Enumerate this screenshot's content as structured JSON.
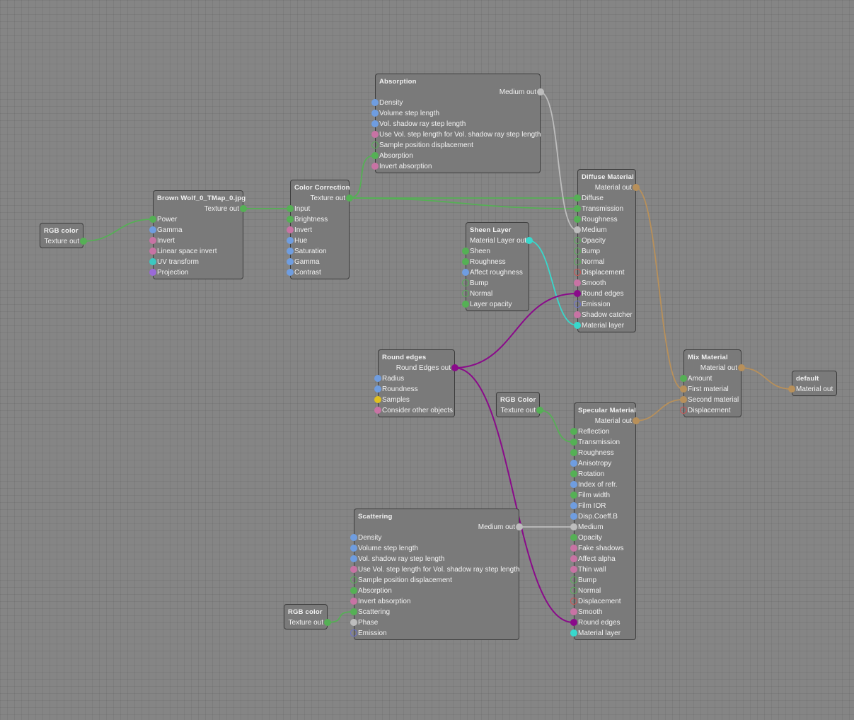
{
  "colors": {
    "float": "#6f9de0",
    "texture": "#55b055",
    "bool": "#c873a4",
    "outline_green": "#55b055",
    "outline_red": "#d05050",
    "transform": "#3cc8c0",
    "projection": "#9a6ad8",
    "int": "#e0c020",
    "medium": "#bdbdbd",
    "round_edges": "#8a0a8a",
    "material": "#b8905a",
    "layer": "#38d8cc",
    "emission": "#6a70d0"
  },
  "nodes": [
    {
      "id": "rgb1",
      "title": "RGB color",
      "output": {
        "label": "Texture out",
        "color": "texture"
      },
      "inputs": []
    },
    {
      "id": "img",
      "title": "Brown Wolf_0_TMap_0.jpg",
      "output": {
        "label": "Texture out",
        "color": "texture"
      },
      "inputs": [
        {
          "label": "Power",
          "color": "texture"
        },
        {
          "label": "Gamma",
          "color": "float"
        },
        {
          "label": "Invert",
          "color": "bool"
        },
        {
          "label": "Linear space invert",
          "color": "bool"
        },
        {
          "label": "UV transform",
          "color": "transform"
        },
        {
          "label": "Projection",
          "color": "projection"
        }
      ]
    },
    {
      "id": "cc",
      "title": "Color Correction",
      "output": {
        "label": "Texture out",
        "color": "texture"
      },
      "inputs": [
        {
          "label": "Input",
          "color": "texture"
        },
        {
          "label": "Brightness",
          "color": "texture"
        },
        {
          "label": "Invert",
          "color": "bool"
        },
        {
          "label": "Hue",
          "color": "float"
        },
        {
          "label": "Saturation",
          "color": "float"
        },
        {
          "label": "Gamma",
          "color": "float"
        },
        {
          "label": "Contrast",
          "color": "float"
        }
      ]
    },
    {
      "id": "abs",
      "title": "Absorption",
      "output": {
        "label": "Medium out",
        "color": "medium"
      },
      "inputs": [
        {
          "label": "Density",
          "color": "float"
        },
        {
          "label": "Volume step length",
          "color": "float"
        },
        {
          "label": "Vol. shadow ray step length",
          "color": "float"
        },
        {
          "label": "Use Vol. step length for Vol. shadow ray step length",
          "color": "bool"
        },
        {
          "label": "Sample position displacement",
          "color": "outline_green",
          "hollow": true
        },
        {
          "label": "Absorption",
          "color": "texture"
        },
        {
          "label": "Invert absorption",
          "color": "bool"
        }
      ]
    },
    {
      "id": "sheen",
      "title": "Sheen Layer",
      "output": {
        "label": "Material Layer out",
        "color": "layer"
      },
      "inputs": [
        {
          "label": "Sheen",
          "color": "texture"
        },
        {
          "label": "Roughness",
          "color": "texture"
        },
        {
          "label": "Affect roughness",
          "color": "float"
        },
        {
          "label": "Bump",
          "color": "outline_green",
          "hollow": true
        },
        {
          "label": "Normal",
          "color": "outline_green",
          "hollow": true
        },
        {
          "label": "Layer opacity",
          "color": "texture"
        }
      ]
    },
    {
      "id": "diffuse",
      "title": "Diffuse Material",
      "output": {
        "label": "Material out",
        "color": "material"
      },
      "inputs": [
        {
          "label": "Diffuse",
          "color": "texture"
        },
        {
          "label": "Transmission",
          "color": "texture"
        },
        {
          "label": "Roughness",
          "color": "texture"
        },
        {
          "label": "Medium",
          "color": "medium"
        },
        {
          "label": "Opacity",
          "color": "outline_green",
          "hollow": true
        },
        {
          "label": "Bump",
          "color": "outline_green",
          "hollow": true
        },
        {
          "label": "Normal",
          "color": "outline_green",
          "hollow": true
        },
        {
          "label": "Displacement",
          "color": "outline_red",
          "hollow": true
        },
        {
          "label": "Smooth",
          "color": "bool"
        },
        {
          "label": "Round edges",
          "color": "round_edges"
        },
        {
          "label": "Emission",
          "color": "emission",
          "hollow": true
        },
        {
          "label": "Shadow catcher",
          "color": "bool"
        },
        {
          "label": "Material layer",
          "color": "layer"
        }
      ]
    },
    {
      "id": "round",
      "title": "Round edges",
      "output": {
        "label": "Round Edges out",
        "color": "round_edges"
      },
      "inputs": [
        {
          "label": "Radius",
          "color": "float"
        },
        {
          "label": "Roundness",
          "color": "float"
        },
        {
          "label": "Samples",
          "color": "int"
        },
        {
          "label": "Consider other objects",
          "color": "bool"
        }
      ]
    },
    {
      "id": "rgb2",
      "title": "RGB Color",
      "output": {
        "label": "Texture out",
        "color": "texture"
      },
      "inputs": []
    },
    {
      "id": "spec",
      "title": "Specular Material",
      "output": {
        "label": "Material out",
        "color": "material"
      },
      "inputs": [
        {
          "label": "Reflection",
          "color": "texture"
        },
        {
          "label": "Transmission",
          "color": "texture"
        },
        {
          "label": "Roughness",
          "color": "texture"
        },
        {
          "label": "Anisotropy",
          "color": "float"
        },
        {
          "label": "Rotation",
          "color": "texture"
        },
        {
          "label": "Index of refr.",
          "color": "float"
        },
        {
          "label": "Film width",
          "color": "texture"
        },
        {
          "label": "Film IOR",
          "color": "float"
        },
        {
          "label": "Disp.Coeff.B",
          "color": "float"
        },
        {
          "label": "Medium",
          "color": "medium"
        },
        {
          "label": "Opacity",
          "color": "texture"
        },
        {
          "label": "Fake shadows",
          "color": "bool"
        },
        {
          "label": "Affect alpha",
          "color": "bool"
        },
        {
          "label": "Thin wall",
          "color": "bool"
        },
        {
          "label": "Bump",
          "color": "outline_green",
          "hollow": true
        },
        {
          "label": "Normal",
          "color": "outline_green",
          "hollow": true
        },
        {
          "label": "Displacement",
          "color": "outline_red",
          "hollow": true
        },
        {
          "label": "Smooth",
          "color": "bool"
        },
        {
          "label": "Round edges",
          "color": "round_edges"
        },
        {
          "label": "Material layer",
          "color": "layer"
        }
      ]
    },
    {
      "id": "mix",
      "title": "Mix Material",
      "output": {
        "label": "Material out",
        "color": "material"
      },
      "inputs": [
        {
          "label": "Amount",
          "color": "texture"
        },
        {
          "label": "First material",
          "color": "material"
        },
        {
          "label": "Second material",
          "color": "material"
        },
        {
          "label": "Displacement",
          "color": "outline_red",
          "hollow": true
        }
      ]
    },
    {
      "id": "def",
      "title": "default",
      "output": null,
      "inputs": [
        {
          "label": "Material out",
          "color": "material"
        }
      ]
    },
    {
      "id": "scat",
      "title": "Scattering",
      "output": {
        "label": "Medium out",
        "color": "medium"
      },
      "inputs": [
        {
          "label": "Density",
          "color": "float"
        },
        {
          "label": "Volume step length",
          "color": "float"
        },
        {
          "label": "Vol. shadow ray step length",
          "color": "float"
        },
        {
          "label": "Use Vol. step length for Vol. shadow ray step length",
          "color": "bool"
        },
        {
          "label": "Sample position displacement",
          "color": "outline_green",
          "hollow": true
        },
        {
          "label": "Absorption",
          "color": "texture"
        },
        {
          "label": "Invert absorption",
          "color": "bool"
        },
        {
          "label": "Scattering",
          "color": "texture"
        },
        {
          "label": "Phase",
          "color": "medium"
        },
        {
          "label": "Emission",
          "color": "emission",
          "hollow": true
        }
      ]
    },
    {
      "id": "rgb3",
      "title": "RGB color",
      "output": {
        "label": "Texture out",
        "color": "texture"
      },
      "inputs": []
    }
  ],
  "connections": [
    {
      "from": "rgb1",
      "to": "img",
      "input": 0,
      "color": "texture"
    },
    {
      "from": "img",
      "to": "cc",
      "input": 0,
      "color": "texture"
    },
    {
      "from": "cc",
      "to": "abs",
      "input": 5,
      "color": "texture"
    },
    {
      "from": "cc",
      "to": "diffuse",
      "input": 0,
      "color": "texture"
    },
    {
      "from": "cc",
      "to": "diffuse",
      "input": 1,
      "color": "texture"
    },
    {
      "from": "abs",
      "to": "diffuse",
      "input": 3,
      "color": "medium"
    },
    {
      "from": "sheen",
      "to": "diffuse",
      "input": 12,
      "color": "layer"
    },
    {
      "from": "round",
      "to": "diffuse",
      "input": 9,
      "color": "round_edges"
    },
    {
      "from": "round",
      "to": "spec",
      "input": 18,
      "color": "round_edges"
    },
    {
      "from": "rgb2",
      "to": "spec",
      "input": 1,
      "color": "texture"
    },
    {
      "from": "scat",
      "to": "spec",
      "input": 9,
      "color": "medium"
    },
    {
      "from": "rgb3",
      "to": "scat",
      "input": 7,
      "color": "texture"
    },
    {
      "from": "diffuse",
      "to": "mix",
      "input": 1,
      "color": "material"
    },
    {
      "from": "spec",
      "to": "mix",
      "input": 2,
      "color": "material"
    },
    {
      "from": "mix",
      "to": "def",
      "input": 0,
      "color": "material"
    }
  ]
}
